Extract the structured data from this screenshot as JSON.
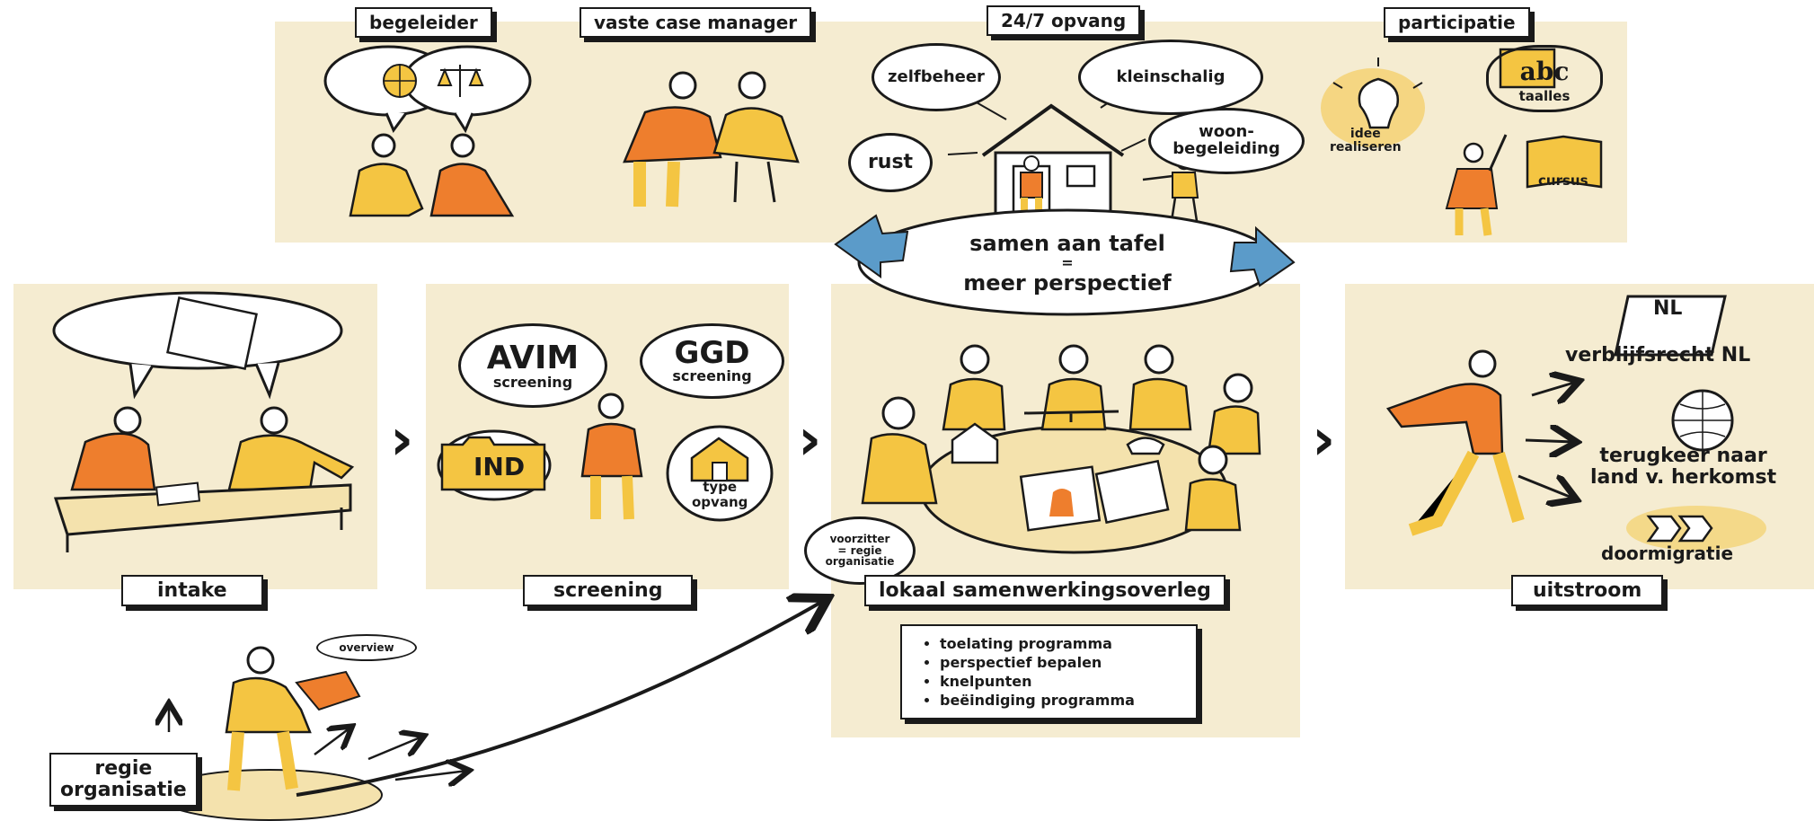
{
  "top_row": {
    "begeleider": "begeleider",
    "case_manager": "vaste case manager",
    "opvang": "24/7 opvang",
    "participatie": "participatie",
    "zelfbeheer": "zelfbeheer",
    "kleinschalig": "kleinschalig",
    "rust": "rust",
    "woonbegeleiding_1": "woon-",
    "woonbegeleiding_2": "begeleiding",
    "idee_1": "idee",
    "idee_2": "realiseren",
    "abc": "abc",
    "taalles": "taalles",
    "cursus": "cursus"
  },
  "center": {
    "line1": "samen aan tafel",
    "line2": "=",
    "line3": "meer perspectief"
  },
  "intake": {
    "label": "intake"
  },
  "screening": {
    "label": "screening",
    "avim_1": "AVIM",
    "avim_2": "screening",
    "ggd_1": "GGD",
    "ggd_2": "screening",
    "ind": "IND",
    "type_1": "type",
    "type_2": "opvang"
  },
  "lokaal": {
    "label": "lokaal samenwerkingsoverleg",
    "voorzitter_1": "voorzitter",
    "voorzitter_2": "= regie",
    "voorzitter_3": "organisatie",
    "agenda": [
      "toelating programma",
      "perspectief bepalen",
      "knelpunten",
      "beëindiging programma"
    ]
  },
  "uitstroom": {
    "label": "uitstroom",
    "nl_card": "NL",
    "verblijfsrecht": "verblijfsrecht NL",
    "terugkeer_1": "terugkeer naar",
    "terugkeer_2": "land v. herkomst",
    "doormigratie": "doormigratie"
  },
  "regie": {
    "line1": "regie",
    "line2": "organisatie",
    "overview": "overview"
  },
  "colors": {
    "panel": "#f5ecd1",
    "orange": "#ee7e2d",
    "yellow": "#f4c542",
    "blue": "#5b9bc9",
    "ink": "#1a1a1a"
  }
}
